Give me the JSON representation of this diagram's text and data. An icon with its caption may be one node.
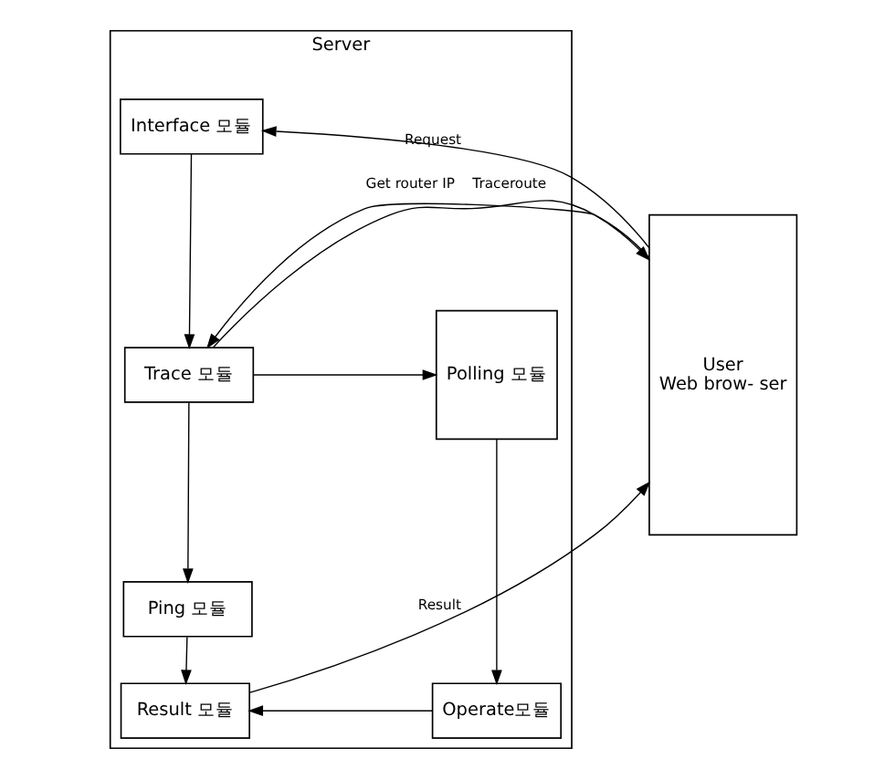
{
  "diagram": {
    "nodes": [
      {
        "text": [
          "User",
          "Web brow- ser"
        ]
      },
      {
        "text": [
          "Server"
        ]
      },
      {
        "text": [
          "Interface 모듈"
        ],
        "in": 1
      },
      {
        "text": [
          "Trace 모듈"
        ],
        "in": 1
      },
      {
        "text": [
          "Ping 모듈"
        ],
        "in": 1
      },
      {
        "text": [
          "Result 모듈"
        ],
        "in": 1
      },
      {
        "text": [
          "Polling 모듈"
        ],
        "in": 1
      },
      {
        "text": [
          "Operate모듈"
        ],
        "in": 1
      }
    ],
    "edges": [
      {
        "from": 0,
        "to": 2,
        "arrow": "to",
        "label": "Request"
      },
      {
        "from": 3,
        "to": 0,
        "arrow": "to",
        "label": "Traceroute"
      },
      {
        "from": 0,
        "to": 3,
        "arrow": "to",
        "label": "Get router IP"
      },
      {
        "from": 5,
        "to": 0,
        "arrow": "to",
        "label": "Result"
      },
      {
        "from": 2,
        "to": 3,
        "arrow": "to"
      },
      {
        "from": 3,
        "to": 4,
        "arrow": "to"
      },
      {
        "from": 4,
        "to": 5,
        "arrow": "to"
      },
      {
        "from": 3,
        "to": 6,
        "arrow": "to"
      },
      {
        "from": 6,
        "to": 7,
        "arrow": "to"
      },
      {
        "from": 7,
        "to": 5,
        "arrow": "to"
      }
    ]
  }
}
